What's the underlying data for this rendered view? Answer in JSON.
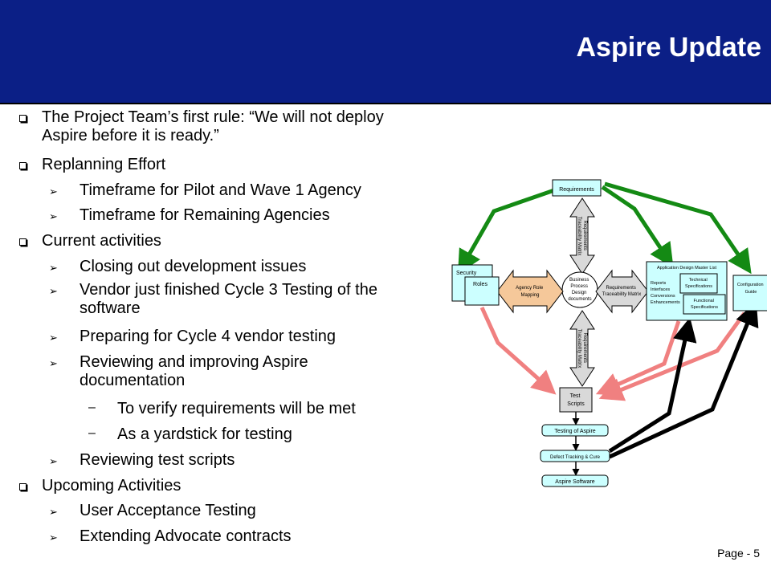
{
  "slide": {
    "title": "Aspire Update",
    "page": "Page - 5"
  },
  "bullets": [
    {
      "level": 1,
      "lines": [
        "The Project Team’s first rule: “We will not deploy",
        "Aspire before it is ready.”"
      ]
    },
    {
      "level": 1,
      "lines": [
        "Replanning Effort"
      ]
    },
    {
      "level": 2,
      "lines": [
        "Timeframe for Pilot and Wave 1 Agency"
      ]
    },
    {
      "level": 2,
      "lines": [
        "Timeframe for Remaining Agencies"
      ]
    },
    {
      "level": 1,
      "lines": [
        "Current activities"
      ]
    },
    {
      "level": 2,
      "lines": [
        "Closing out development issues"
      ]
    },
    {
      "level": 2,
      "lines": [
        "Vendor just finished Cycle 3 Testing of the",
        "software"
      ]
    },
    {
      "level": 2,
      "lines": [
        "Preparing for Cycle 4 vendor testing"
      ]
    },
    {
      "level": 2,
      "lines": [
        "Reviewing and improving Aspire",
        "documentation"
      ]
    },
    {
      "level": 3,
      "lines": [
        "To verify requirements will be met"
      ]
    },
    {
      "level": 3,
      "lines": [
        "As a yardstick for testing"
      ]
    },
    {
      "level": 2,
      "lines": [
        "Reviewing test scripts"
      ]
    },
    {
      "level": 1,
      "lines": [
        "Upcoming Activities"
      ]
    },
    {
      "level": 2,
      "lines": [
        "User Acceptance Testing"
      ]
    },
    {
      "level": 2,
      "lines": [
        "Extending Advocate contracts"
      ]
    }
  ],
  "diagram": {
    "requirements": "Requirements",
    "security": "Security",
    "roles": "Roles",
    "agency_role_mapping": [
      "Agency Role",
      "Mapping"
    ],
    "business_process": [
      "Business",
      "Process",
      "Design",
      "documents"
    ],
    "rtm_right": [
      "Requirements",
      "Traceability Matrix"
    ],
    "rtm_vertical": [
      "Requirements",
      "Traceability Matrix"
    ],
    "app_design": "Application Design Master List",
    "rice": [
      "Reports",
      "Interfaces",
      "Conversions",
      "Enhancements"
    ],
    "technical_specs": [
      "Technical",
      "Specifications"
    ],
    "functional_specs": [
      "Functional",
      "Specifications"
    ],
    "config_guide": [
      "Configuration",
      "Guide"
    ],
    "test_scripts": [
      "Test",
      "Scripts"
    ],
    "testing_of_aspire": "Testing of Aspire",
    "defect_tracking": "Defect Tracking & Cure",
    "aspire_software": "Aspire Software"
  },
  "colors": {
    "header_bg": "#0b1f86",
    "box_fill": "#ccffff",
    "agency_fill": "#f5c89a",
    "green_arrow": "#148a14",
    "pink_arrow": "#f08080",
    "black_arrow": "#000000"
  }
}
